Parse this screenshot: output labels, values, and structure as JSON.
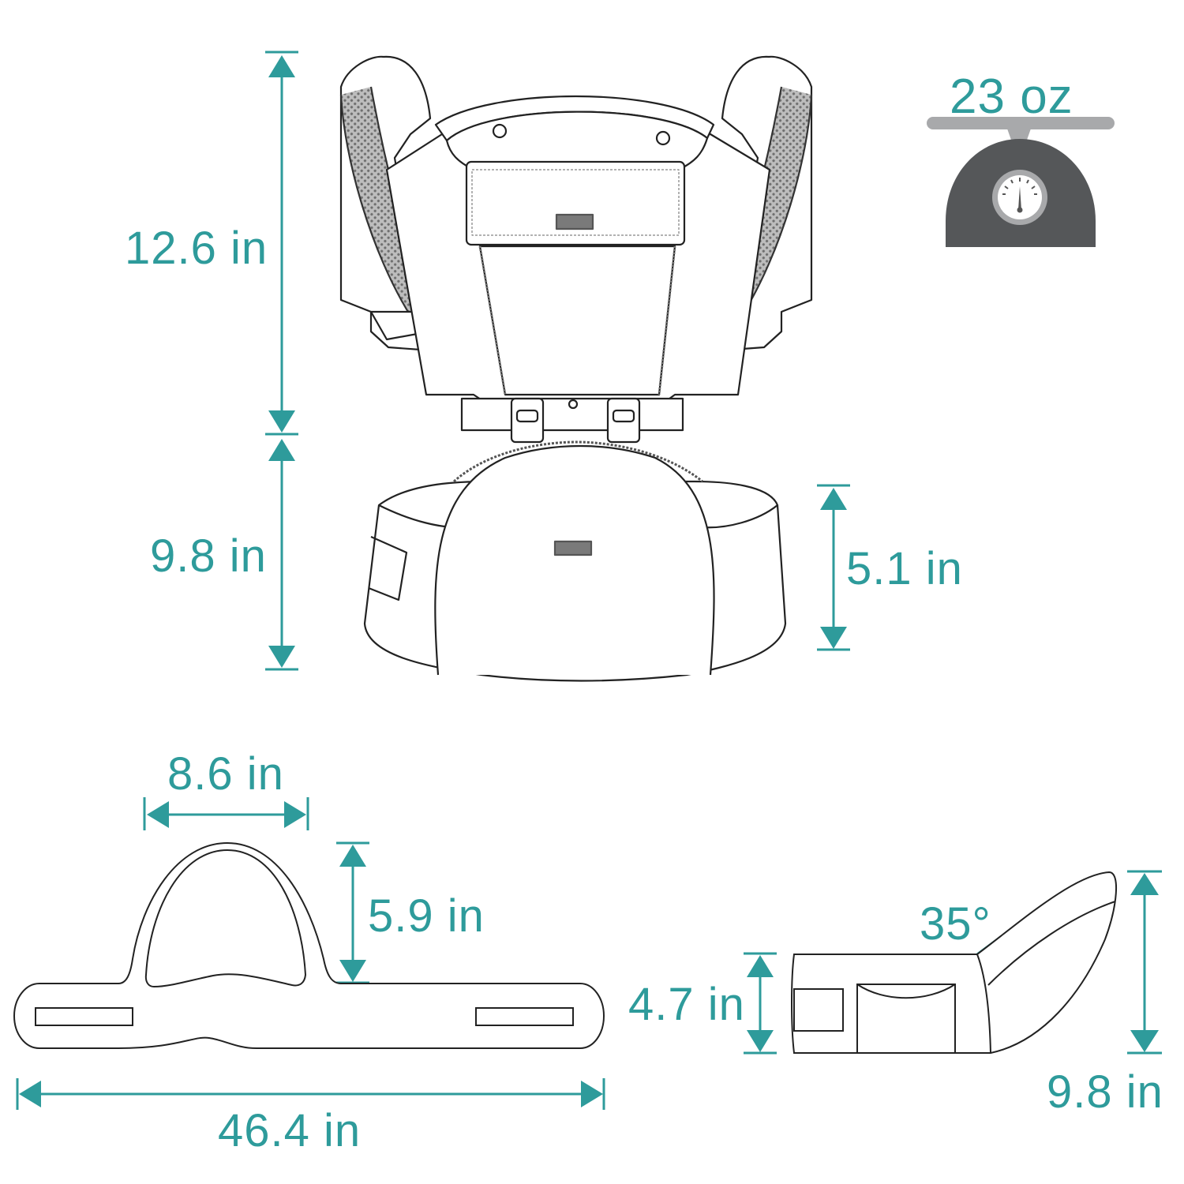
{
  "colors": {
    "accent": "#2e9b9b",
    "outline": "#222222",
    "mesh": "#7a7a7a",
    "scale_body": "#555759",
    "scale_plate": "#a8a9ab",
    "background": "#ffffff"
  },
  "weight": {
    "label": "23 oz",
    "icon": "kitchen-scale-icon"
  },
  "front_view": {
    "upper_height": "12.6 in",
    "lower_height": "9.8 in",
    "seat_height": "5.1 in"
  },
  "waist_belt": {
    "seat_width": "8.6 in",
    "seat_height": "5.9 in",
    "total_length": "46.4 in"
  },
  "side_view": {
    "angle": "35°",
    "base_height": "4.7 in",
    "total_height": "9.8 in"
  }
}
